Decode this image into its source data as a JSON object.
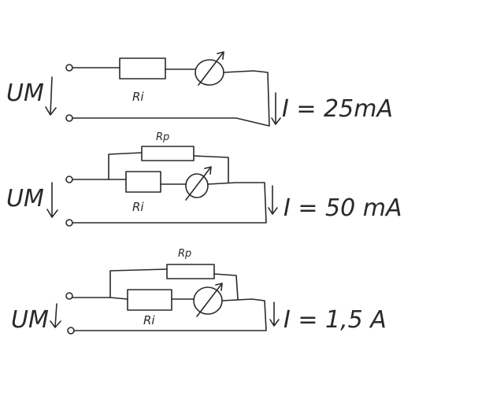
{
  "circuits": [
    {
      "voltage_label": "UM",
      "resistor_label": "Ri",
      "current_label": "I = 25mA"
    },
    {
      "voltage_label": "UM",
      "resistor_label": "Ri",
      "shunt_label": "Rp",
      "current_label": "I = 50 mA"
    },
    {
      "voltage_label": "UM",
      "resistor_label": "Ri",
      "shunt_label": "Rp",
      "current_label": "I = 1,5 A"
    }
  ]
}
